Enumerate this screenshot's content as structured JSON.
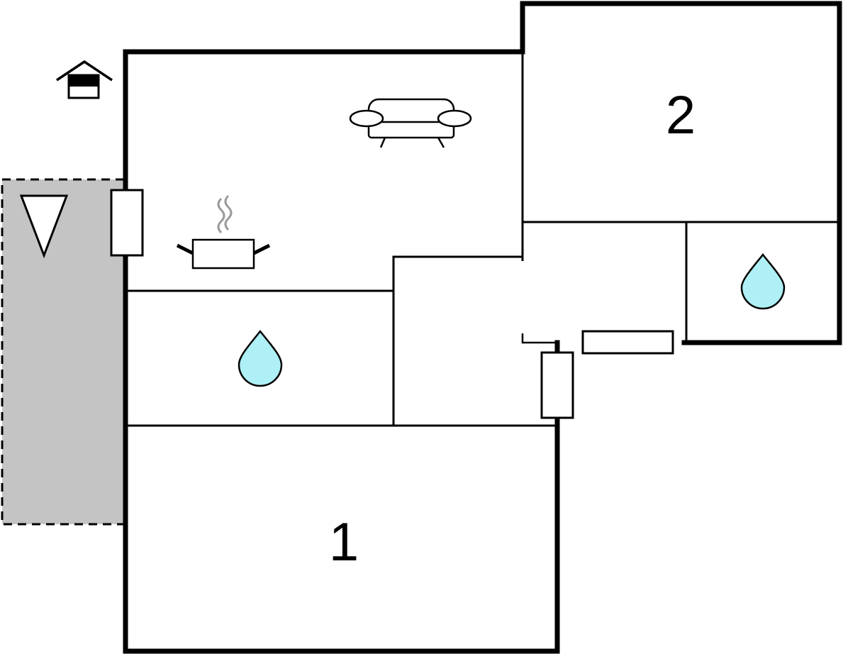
{
  "floorplan": {
    "rooms": [
      {
        "id": "bedroom-1",
        "label": "1"
      },
      {
        "id": "bedroom-2",
        "label": "2"
      }
    ],
    "icons": {
      "living": "sofa-icon",
      "kitchen": "cooking-pot-icon",
      "bathroom": "water-drop-icon",
      "entrance": "house-entrance-icon",
      "terrace": "terrace-triangle-icon"
    },
    "colors": {
      "wall": "#000000",
      "terrace_fill": "#c4c4c4",
      "water_fill": "#aef0f5",
      "steam": "#9b9b9b",
      "background": "#ffffff"
    }
  }
}
